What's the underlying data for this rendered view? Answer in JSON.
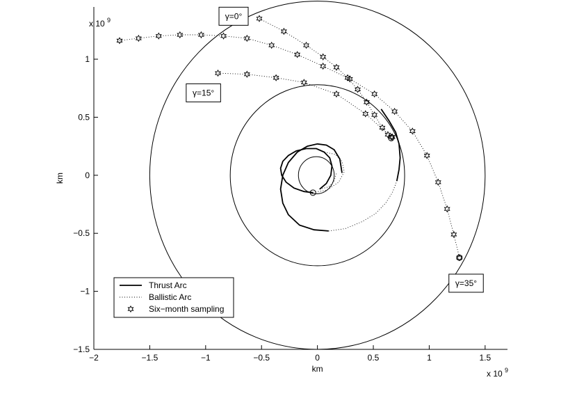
{
  "chart_data": {
    "type": "line",
    "xlabel": "km",
    "ylabel": "km",
    "xlim": [
      -2.0,
      1.7
    ],
    "ylim": [
      -1.5,
      1.45
    ],
    "x_exponent_label": "x 10",
    "x_exponent": "9",
    "y_exponent_label": "x 10",
    "y_exponent": "9",
    "x_ticks": [
      -2,
      -1.5,
      -1,
      -0.5,
      0,
      0.5,
      1,
      1.5
    ],
    "x_tick_labels": [
      "−2",
      "−1.5",
      "−1",
      "−0.5",
      "0",
      "0.5",
      "1",
      "1.5"
    ],
    "y_ticks": [
      -1.5,
      -1,
      -0.5,
      0,
      0.5,
      1
    ],
    "y_tick_labels": [
      "−1.5",
      "−1",
      "−0.5",
      "0",
      "0.5",
      "1"
    ],
    "grid": false,
    "legend_position": "bottom-left",
    "legend": [
      {
        "label": "Thrust Arc",
        "style": "solid"
      },
      {
        "label": "Ballistic Arc",
        "style": "dotted"
      },
      {
        "label": "Six−month sampling",
        "style": "star-marker"
      }
    ],
    "annotations": [
      {
        "text": "γ=0°",
        "x": -0.75,
        "y": 1.37
      },
      {
        "text": "γ=15°",
        "x": -1.02,
        "y": 0.71
      },
      {
        "text": "γ=35°",
        "x": 1.33,
        "y": -0.93
      }
    ],
    "orbits": [
      {
        "name": "outer-orbit",
        "center": [
          0,
          0
        ],
        "radius": 1.5
      },
      {
        "name": "inner-orbit",
        "center": [
          0,
          0
        ],
        "radius": 0.78
      },
      {
        "name": "small-orbit",
        "center": [
          -0.01,
          0.0
        ],
        "radius": 0.16
      }
    ],
    "series": [
      {
        "style": "solid",
        "x": [
          -0.04,
          -0.12,
          -0.21,
          -0.28,
          -0.32,
          -0.33,
          -0.31,
          -0.26,
          -0.19,
          -0.1,
          -0.01,
          0.06,
          0.11,
          0.13,
          0.12,
          0.08,
          0.02
        ],
        "y": [
          -0.15,
          -0.14,
          -0.11,
          -0.06,
          0.0,
          0.06,
          0.12,
          0.17,
          0.21,
          0.23,
          0.23,
          0.2,
          0.15,
          0.08,
          0.0,
          -0.07,
          -0.12
        ]
      },
      {
        "style": "solid",
        "x": [
          0.22,
          0.2,
          0.15,
          0.08,
          0.0,
          -0.09,
          -0.18,
          -0.26,
          -0.31,
          -0.33,
          -0.31,
          -0.26,
          -0.16,
          -0.03,
          0.1
        ],
        "y": [
          0.02,
          0.14,
          0.22,
          0.26,
          0.27,
          0.25,
          0.2,
          0.11,
          0.0,
          -0.12,
          -0.24,
          -0.34,
          -0.43,
          -0.47,
          -0.48
        ]
      },
      {
        "style": "dotted",
        "x": [
          0.02,
          0.1,
          0.15,
          0.17
        ],
        "y": [
          -0.12,
          -0.1,
          -0.05,
          0.02
        ]
      },
      {
        "style": "dotted",
        "x": [
          0.1,
          0.25,
          0.4,
          0.52,
          0.61,
          0.67,
          0.71
        ],
        "y": [
          -0.48,
          -0.46,
          -0.4,
          -0.33,
          -0.24,
          -0.15,
          -0.05
        ]
      },
      {
        "style": "solid",
        "x": [
          0.71,
          0.73,
          0.74,
          0.73,
          0.7,
          0.64,
          0.57
        ],
        "y": [
          -0.05,
          0.05,
          0.15,
          0.27,
          0.37,
          0.47,
          0.57
        ]
      },
      {
        "style": "dotted",
        "x": [
          -0.06,
          0.08,
          0.19,
          0.24,
          0.22,
          0.16,
          0.06
        ],
        "y": [
          -0.15,
          -0.13,
          -0.06,
          0.03,
          0.12,
          0.18,
          0.2
        ]
      },
      {
        "style": "dotted-star",
        "x": [
          -1.77,
          -1.6,
          -1.42,
          -1.23,
          -1.04,
          -0.84,
          -0.63,
          -0.41,
          -0.18,
          0.05,
          0.29,
          0.51,
          0.69,
          0.85,
          0.98,
          1.08,
          1.16,
          1.22,
          1.27
        ],
        "y": [
          1.16,
          1.18,
          1.2,
          1.21,
          1.21,
          1.2,
          1.18,
          1.12,
          1.04,
          0.94,
          0.83,
          0.7,
          0.55,
          0.38,
          0.17,
          -0.06,
          -0.29,
          -0.51,
          -0.71
        ]
      },
      {
        "style": "dotted-star",
        "x": [
          -0.52,
          -0.3,
          -0.1,
          0.05,
          0.17,
          0.27,
          0.36,
          0.44,
          0.51,
          0.58,
          0.63,
          0.67
        ],
        "y": [
          1.35,
          1.24,
          1.12,
          1.02,
          0.93,
          0.84,
          0.74,
          0.63,
          0.52,
          0.41,
          0.35,
          0.33
        ]
      },
      {
        "style": "dotted-star",
        "x": [
          -0.89,
          -0.63,
          -0.37,
          -0.12,
          0.17,
          0.43,
          0.66
        ],
        "y": [
          0.88,
          0.87,
          0.84,
          0.8,
          0.7,
          0.53,
          0.33
        ]
      }
    ],
    "open_circle_markers": [
      {
        "x": -0.04,
        "y": -0.15
      },
      {
        "x": 0.66,
        "y": 0.32
      },
      {
        "x": 1.27,
        "y": -0.71
      }
    ]
  }
}
